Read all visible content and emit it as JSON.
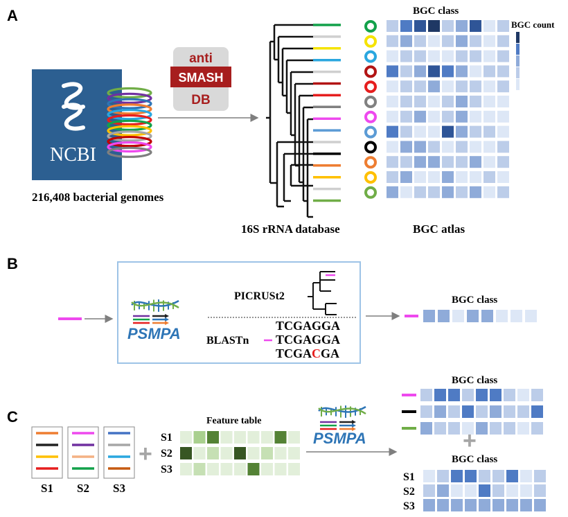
{
  "panels": {
    "a": {
      "label": "A",
      "ncbi_logo_text": "NCBI",
      "genomes_caption": "216,408 bacterial genomes",
      "antismash": {
        "line1": "anti",
        "line2": "SMASH",
        "line3": "DB"
      },
      "database_caption": "16S rRNA database",
      "heatmap_title": "BGC class",
      "atlas_caption": "BGC atlas",
      "legend_title": "BGC count",
      "tip_colors": [
        "#12a14a",
        "#cfcfcf",
        "#f5e300",
        "#2aa7df",
        "#cfcfcf",
        "#b21414",
        "#e61e1e",
        "#808080",
        "#ee49ee",
        "#5b9bd5",
        "#cfcfcf",
        "#000000",
        "#ee7d31",
        "#ffc000",
        "#cfcfcf",
        "#70ad47"
      ],
      "circle_colors": [
        "#12a14a",
        "#f5e300",
        "#2aa7df",
        "#b21414",
        "#e61e1e",
        "#808080",
        "#ee49ee",
        "#5b9bd5",
        "#000000",
        "#ee7d31",
        "#ffc000",
        "#70ad47"
      ],
      "heatmap_levels": [
        [
          2,
          4,
          5,
          6,
          2,
          3,
          5,
          1,
          2
        ],
        [
          2,
          3,
          2,
          1,
          2,
          3,
          2,
          1,
          2
        ],
        [
          1,
          2,
          2,
          1,
          1,
          2,
          2,
          1,
          2
        ],
        [
          4,
          2,
          3,
          5,
          4,
          3,
          1,
          2,
          2
        ],
        [
          1,
          2,
          2,
          3,
          1,
          2,
          2,
          1,
          2
        ],
        [
          1,
          2,
          2,
          1,
          2,
          3,
          2,
          1,
          1
        ],
        [
          1,
          2,
          3,
          1,
          2,
          3,
          1,
          1,
          1
        ],
        [
          4,
          2,
          1,
          1,
          5,
          3,
          2,
          2,
          1
        ],
        [
          1,
          3,
          3,
          2,
          1,
          2,
          1,
          1,
          2
        ],
        [
          2,
          2,
          3,
          3,
          2,
          2,
          3,
          1,
          2
        ],
        [
          2,
          3,
          1,
          1,
          3,
          1,
          1,
          2,
          1
        ],
        [
          3,
          1,
          2,
          2,
          3,
          2,
          3,
          1,
          2
        ]
      ]
    },
    "b": {
      "label": "B",
      "tool_picrust": "PICRUSt2",
      "tool_blast": "BLASTn",
      "logo_text": "PSMPA",
      "seq_lines": [
        "TCGAGGA",
        "TCGAGGA",
        "TCGACGA"
      ],
      "mismatch": "C",
      "heatmap_title": "BGC class",
      "query_color": "#ee49ee",
      "heatmap_levels": [
        3,
        3,
        1,
        3,
        3,
        1,
        1,
        1
      ]
    },
    "c": {
      "label": "C",
      "samples": [
        "S1",
        "S2",
        "S3"
      ],
      "sample_colors": [
        [
          "#ee7d31",
          "#222222",
          "#ffc000",
          "#e61e1e"
        ],
        [
          "#ee49ee",
          "#7030a0",
          "#f4b183",
          "#12a14a"
        ],
        [
          "#4472c4",
          "#a6a6a6",
          "#2aa7df",
          "#c55a11"
        ]
      ],
      "plus": "+",
      "feature_title": "Feature table",
      "feature_rows": [
        "S1",
        "S2",
        "S3"
      ],
      "feature_levels": [
        [
          1,
          3,
          4,
          1,
          1,
          1,
          1,
          4,
          1
        ],
        [
          5,
          1,
          2,
          1,
          5,
          1,
          2,
          1,
          1
        ],
        [
          1,
          2,
          1,
          1,
          1,
          4,
          1,
          1,
          1
        ]
      ],
      "logo_text": "PSMPA",
      "top_title": "BGC class",
      "top_colors": [
        "#ee49ee",
        "#000000",
        "#70ad47"
      ],
      "top_levels": [
        [
          2,
          4,
          4,
          2,
          4,
          4,
          2,
          1,
          2
        ],
        [
          2,
          3,
          2,
          4,
          2,
          3,
          2,
          2,
          4
        ],
        [
          3,
          2,
          2,
          1,
          3,
          2,
          2,
          1,
          2
        ]
      ],
      "bottom_title": "BGC class",
      "bottom_rows": [
        "S1",
        "S2",
        "S3"
      ],
      "bottom_levels": [
        [
          1,
          2,
          4,
          4,
          2,
          2,
          4,
          1,
          2
        ],
        [
          2,
          3,
          1,
          1,
          4,
          2,
          1,
          1,
          2
        ],
        [
          3,
          3,
          3,
          3,
          3,
          3,
          3,
          3,
          3
        ]
      ]
    }
  }
}
